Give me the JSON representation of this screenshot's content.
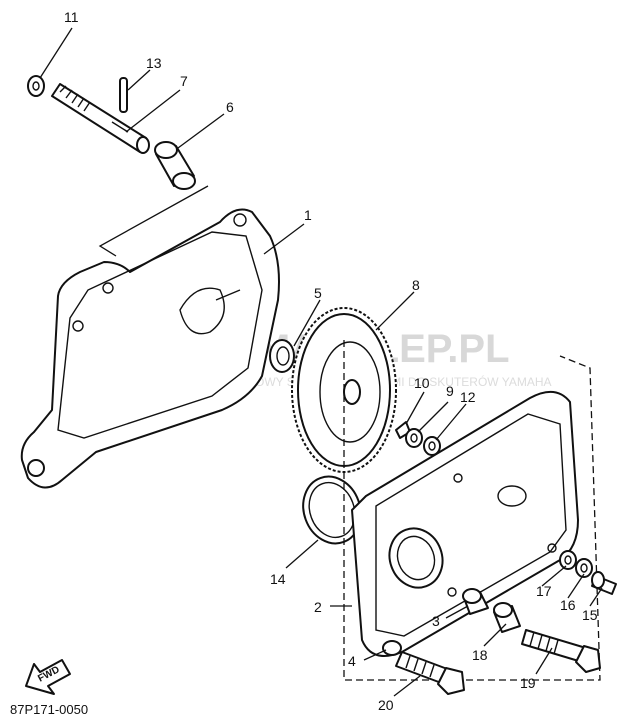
{
  "diagram": {
    "reference_code": "87P171-0050",
    "fwd_label": "FWD",
    "watermark": {
      "text": "YAMASKLEP.PL",
      "subtext": "WYSYŁKOWY SKLEP Z CZĘŚCIAMI DO SKUTERÓW YAMAHA",
      "brand_color": "#e8a0a0"
    },
    "callouts": {
      "c1": "1",
      "c2": "2",
      "c3": "3",
      "c4": "4",
      "c5": "5",
      "c6": "6",
      "c7": "7",
      "c8": "8",
      "c9": "9",
      "c10": "10",
      "c11": "11",
      "c12": "12",
      "c13": "13",
      "c14": "14",
      "c15": "15",
      "c16": "16",
      "c17": "17",
      "c18": "18",
      "c19": "19",
      "c20": "20"
    }
  }
}
